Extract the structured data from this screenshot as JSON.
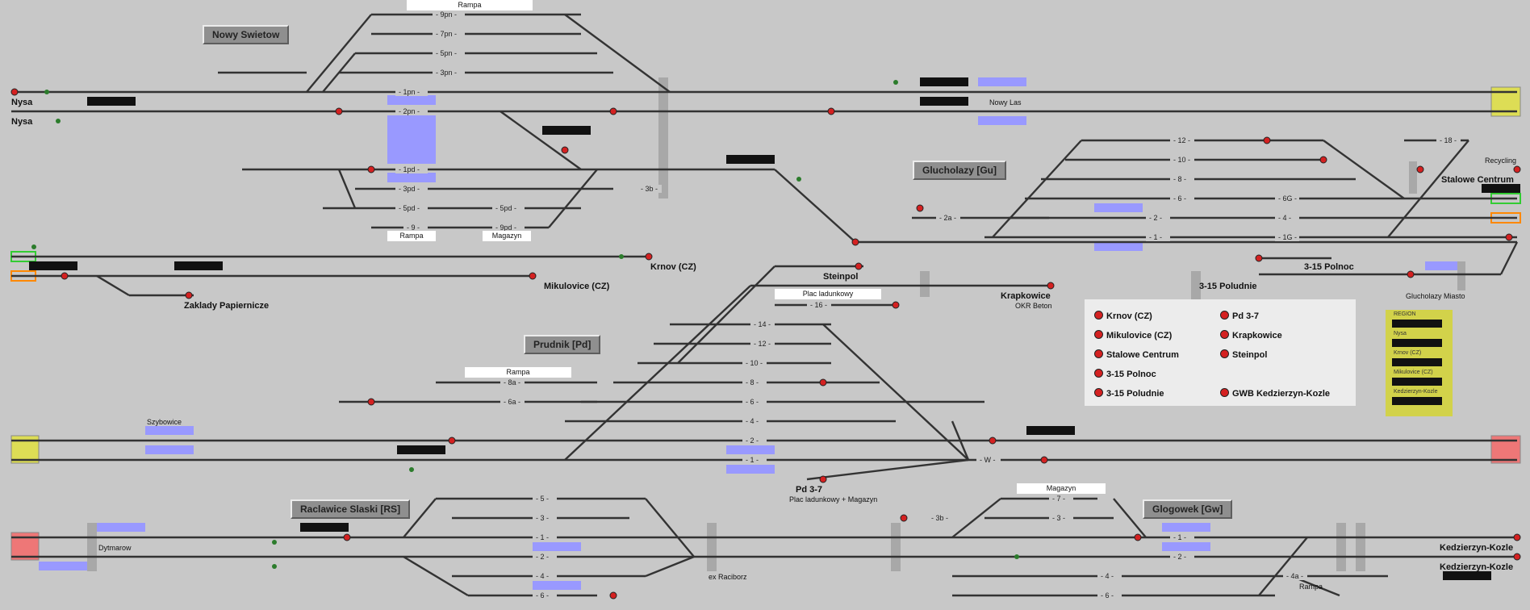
{
  "regions": {
    "nowy_swietow": "Nowy Swietow",
    "glucholazy": "Glucholazy [Gu]",
    "prudnik": "Prudnik [Pd]",
    "raclawice": "Raclawice Slaski [RS]",
    "glogowek": "Glogowek [Gw]"
  },
  "stations": {
    "nysa1": "Nysa",
    "nysa2": "Nysa",
    "nowy_las": "Nowy Las",
    "krnov": "Krnov (CZ)",
    "mikulovice": "Mikulovice (CZ)",
    "zaklady": "Zaklady Papiernicze",
    "steinpol": "Steinpol",
    "krapkowice": "Krapkowice",
    "okr_beton": "OKR Beton",
    "plac_ladunkowy": "Plac ladunkowy",
    "recycling": "Recycling",
    "stalowe": "Stalowe Centrum",
    "polnoc": "3-15 Polnoc",
    "poludnie": "3-15 Poludnie",
    "glucholazy_miasto": "Glucholazy Miasto",
    "szybowice": "Szybowice",
    "pd37": "Pd 3-7",
    "pd37_sub": "Plac ladunkowy + Magazyn",
    "dytmarow": "Dytmarow",
    "ex_raciborz": "ex Raciborz",
    "rampa_gw": "Rampa",
    "magazyn_gw": "Magazyn",
    "kedz1": "Kedzierzyn-Kozle",
    "kedz2": "Kedzierzyn-Kozle"
  },
  "labels": {
    "rampa_top": "Rampa",
    "rampa_ns": "Rampa",
    "magazyn_ns": "Magazyn",
    "rampa_pd": "Rampa"
  },
  "tracks": {
    "ns": [
      "9pn",
      "7pn",
      "5pn",
      "3pn",
      "1pn",
      "2pn",
      "1pd",
      "3pd",
      "5pd",
      "5pd",
      "9",
      "9pd",
      "3b"
    ],
    "gu": [
      "12",
      "10",
      "8",
      "6G",
      "6",
      "4",
      "2",
      "1",
      "1G",
      "18",
      "2a"
    ],
    "pd": [
      "14",
      "12",
      "10",
      "8",
      "8a",
      "6",
      "6a",
      "4",
      "2",
      "1",
      "16",
      "W"
    ],
    "rs": [
      "5",
      "3",
      "1",
      "2",
      "4",
      "6"
    ],
    "gw": [
      "3b",
      "7",
      "3",
      "1",
      "2",
      "4",
      "4a",
      "6"
    ]
  },
  "legend": {
    "items_left": [
      "Krnov (CZ)",
      "Mikulovice (CZ)",
      "Stalowe Centrum",
      "3-15 Polnoc",
      "3-15 Poludnie"
    ],
    "items_right": [
      "Pd 3-7",
      "Krapkowice",
      "Steinpol",
      "",
      "GWB Kedzierzyn-Kozle"
    ]
  },
  "region_legend": {
    "title": "REGION",
    "items": [
      "Nysa",
      "Krnov (CZ)",
      "Mikulovice (CZ)",
      "Kedzierzyn-Kozle"
    ]
  },
  "colors": {
    "background": "#c8c8c8",
    "signal": "#d42121",
    "platform": "#9999ff",
    "legend_bg": "#ececec",
    "region_bg": "#d2d24a"
  }
}
